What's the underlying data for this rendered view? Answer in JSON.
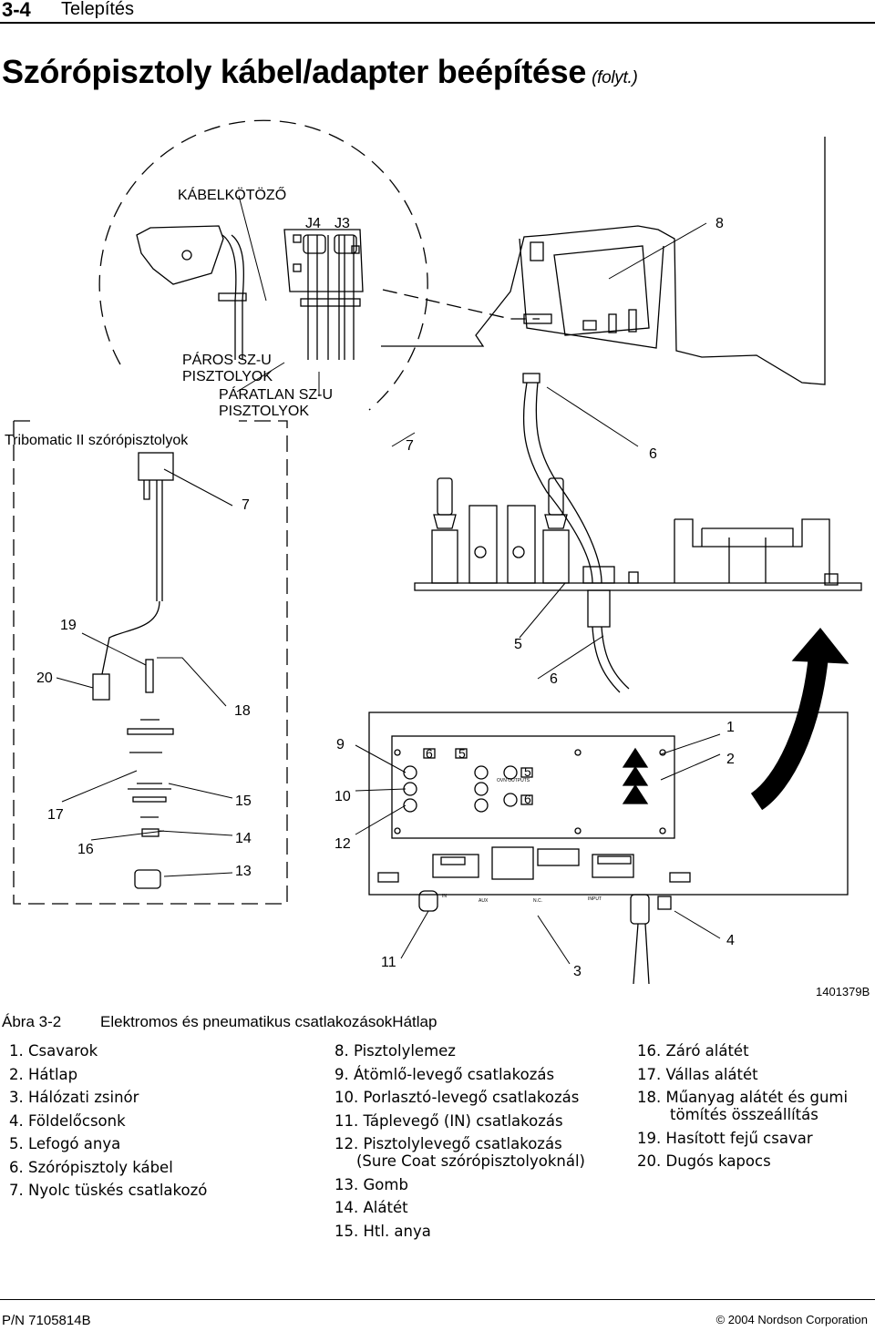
{
  "header": {
    "section_number": "3-4",
    "section_title": "Telepítés"
  },
  "title": {
    "main": "Szórópisztoly kábel/adapter beépítése",
    "continued": "(folyt.)"
  },
  "figure": {
    "labels": {
      "cable_tie": "KÁBELKÖTÖZŐ",
      "j4": "J4",
      "j3": "J3",
      "even_guns_1": "PÁROS SZ-U",
      "even_guns_2": "PISZTOLYOK",
      "odd_guns_1": "PÁRATLAN SZ-U",
      "odd_guns_2": "PISZTOLYOK",
      "tribomatic": "Tribomatic II szórópisztolyok"
    },
    "callouts": {
      "c8": "8",
      "c7a": "7",
      "c6a": "6",
      "c7b": "7",
      "c19": "19",
      "c5": "5",
      "c20": "20",
      "c6b": "6",
      "c18": "18",
      "c1": "1",
      "c9": "9",
      "c2": "2",
      "c17": "17",
      "c15": "15",
      "c10": "10",
      "c16": "16",
      "c14": "14",
      "c12": "12",
      "c13": "13",
      "c4": "4",
      "c11": "11",
      "c3": "3"
    },
    "panel_tags": {
      "t6a": "6",
      "t5a": "5",
      "t5b": "5",
      "t6b": "6"
    },
    "drawing_number": "1401379B"
  },
  "caption": {
    "number": "Ábra 3-2",
    "text": "Elektromos és pneumatikus csatlakozásokHátlap"
  },
  "legend": {
    "col1": [
      "1. Csavarok",
      "2. Hátlap",
      "3. Hálózati zsinór",
      "4. Földelőcsonk",
      "5. Lefogó anya",
      "6. Szórópisztoly kábel",
      "7. Nyolc tüskés csatlakozó"
    ],
    "col2": [
      "8. Pisztolylemez",
      "9. Átömlő-levegő csatlakozás",
      "10. Porlasztó-levegő csatlakozás",
      "11. Táplevegő (IN) csatlakozás",
      "12. Pisztolylevegő csatlakozás",
      "(Sure Coat szórópisztolyoknál)",
      "13. Gomb",
      "14. Alátét",
      "15. Htl. anya"
    ],
    "col3": [
      "16. Záró alátét",
      "17. Vállas alátét",
      "18. Műanyag alátét és gumi",
      "tömítés összeállítás",
      "19. Hasított fejű csavar",
      "20. Dugós kapocs"
    ]
  },
  "footer": {
    "part_number": "P/N 7105814B",
    "copyright": "© 2004 Nordson Corporation"
  }
}
